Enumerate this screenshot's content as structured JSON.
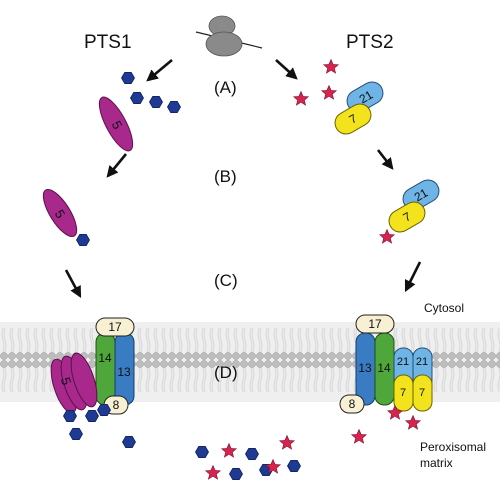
{
  "labels": {
    "pts1": "PTS1",
    "pts2": "PTS2",
    "step_a": "(A)",
    "step_b": "(B)",
    "step_c": "(C)",
    "step_d": "(D)",
    "cytosol": "Cytosol",
    "matrix_line1": "Peroxisomal",
    "matrix_line2": "matrix"
  },
  "proteins": {
    "pex5": "5",
    "pex7": "7",
    "pex21": "21",
    "pex13": "13",
    "pex14": "14",
    "pex17": "17",
    "pex8": "8"
  },
  "colors": {
    "pex5": "#a8288c",
    "pex7": "#f2e31c",
    "pex21": "#6fb4e6",
    "pex13": "#3a7cc4",
    "pex14": "#4fa63a",
    "pex17_8": "#f7f0d2",
    "pts1_cargo": "#1f3a93",
    "pts2_cargo": "#d8234f",
    "membrane": "#c9c9c9"
  }
}
